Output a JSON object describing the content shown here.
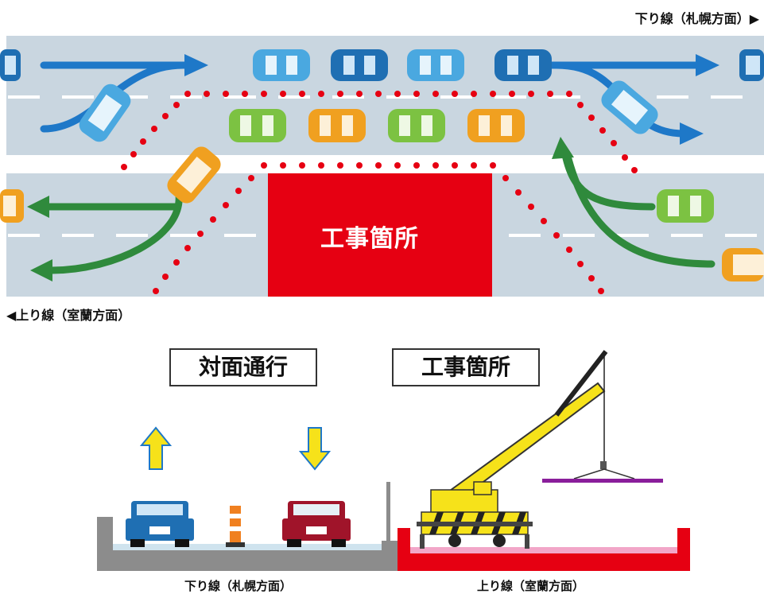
{
  "labels": {
    "down_line_top": "下り線（札幌方面）▶",
    "up_line_top": "◀上り線（室蘭方面）",
    "worksite_plan": "工事箇所",
    "box_two_way": "対面通行",
    "box_worksite": "工事箇所",
    "caption_down": "下り線（札幌方面）",
    "caption_up": "上り線（室蘭方面）"
  },
  "colors": {
    "road": "#c9d6e0",
    "lane_mark": "#ffffff",
    "worksite_red": "#e60012",
    "cone_dot": "#e60012",
    "arrow_blue": "#1e78c8",
    "arrow_green": "#2f8a3c",
    "car_blue_light": "#4aa8e0",
    "car_blue_dark": "#1f6fb3",
    "car_green": "#7cc242",
    "car_orange": "#f0a020",
    "crane_yellow": "#f6e21a",
    "hint_arrow_yellow": "#f6e21a",
    "road_section_gray": "#8c8c8c",
    "road_section_pink": "#f2a6c8"
  }
}
